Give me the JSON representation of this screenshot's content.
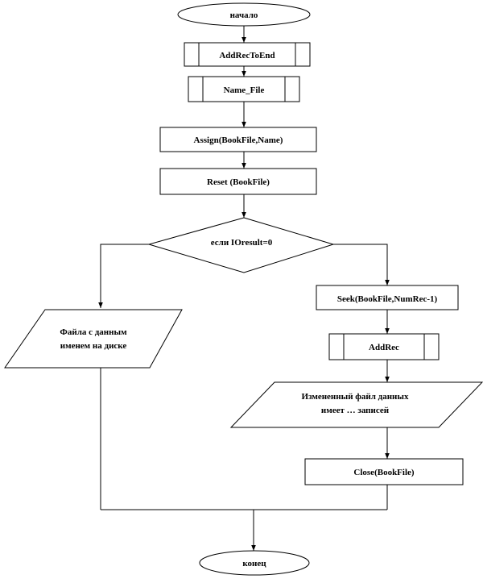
{
  "flowchart": {
    "start": "начало",
    "add_rec_to_end": "AddRecToEnd",
    "name_file": "Name_File",
    "assign": "Assign(BookFile,Name)",
    "reset": "Reset (BookFile)",
    "condition": "если  IOresult=0",
    "no_file_line1": "Файла  с данным",
    "no_file_line2": "именем на диске",
    "seek": "Seek(BookFile,NumRec-1)",
    "add_rec": "AddRec",
    "changed_line1": "Измененный файл данных",
    "changed_line2": "имеет … записей",
    "close": "Close(BookFile)",
    "end": "конец"
  }
}
